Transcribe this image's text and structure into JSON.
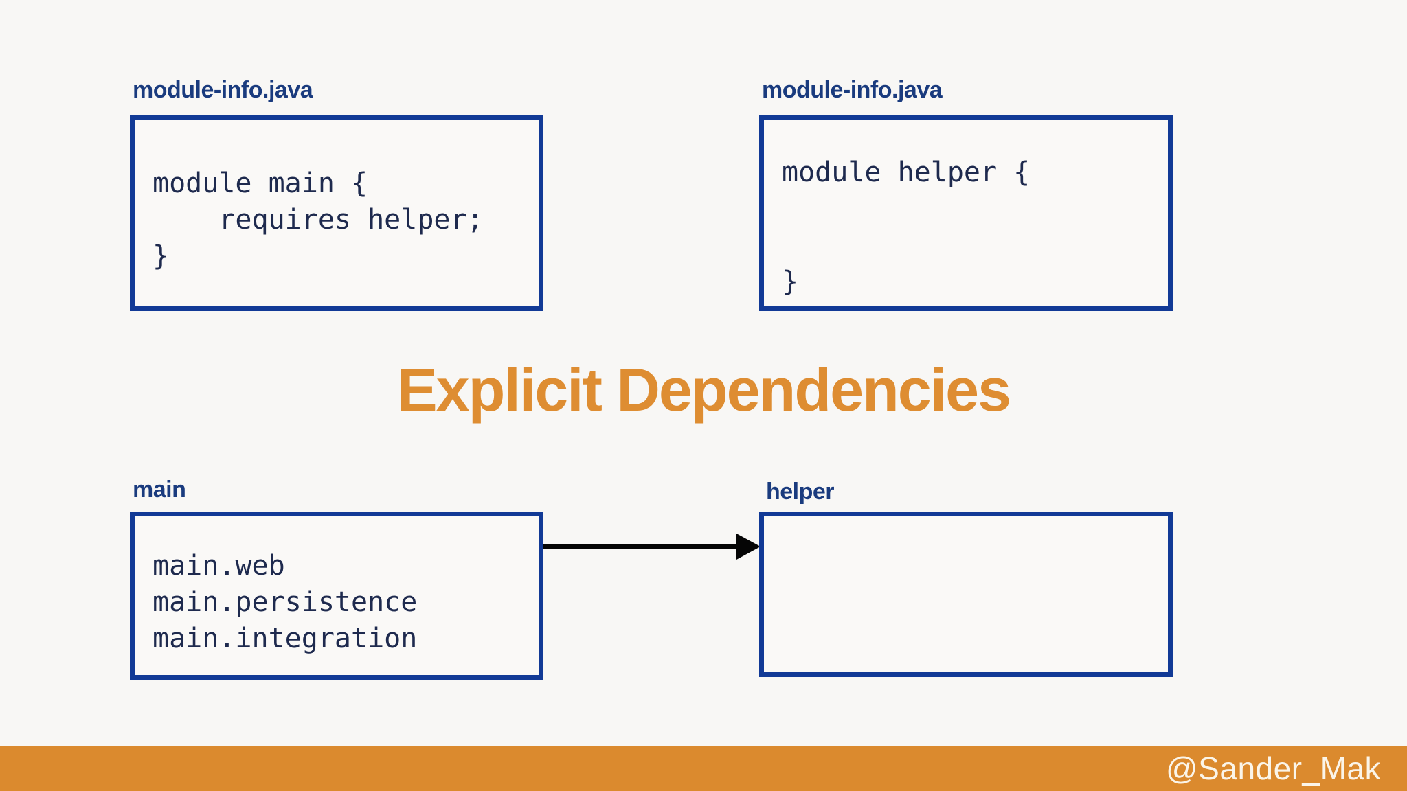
{
  "slide": {
    "title": "Explicit Dependencies",
    "background_color": "#f8f7f5",
    "accent_orange": "#de8d32",
    "border_blue": "#123a96",
    "label_blue": "#1a3b7e",
    "code_color": "#1e2a4e"
  },
  "top_left": {
    "label": "module-info.java",
    "code": "module main {\n    requires helper;\n}"
  },
  "top_right": {
    "label": "module-info.java",
    "code": "module helper {\n\n\n}"
  },
  "bottom_left": {
    "label": "main",
    "code": "main.web\nmain.persistence\nmain.integration"
  },
  "bottom_right": {
    "label": "helper",
    "code": ""
  },
  "arrow": {
    "from": "main",
    "to": "helper",
    "color": "#050505"
  },
  "footer": {
    "handle": "@Sander_Mak",
    "bar_color": "#db8a2e",
    "text_color": "#fbf5e9"
  }
}
